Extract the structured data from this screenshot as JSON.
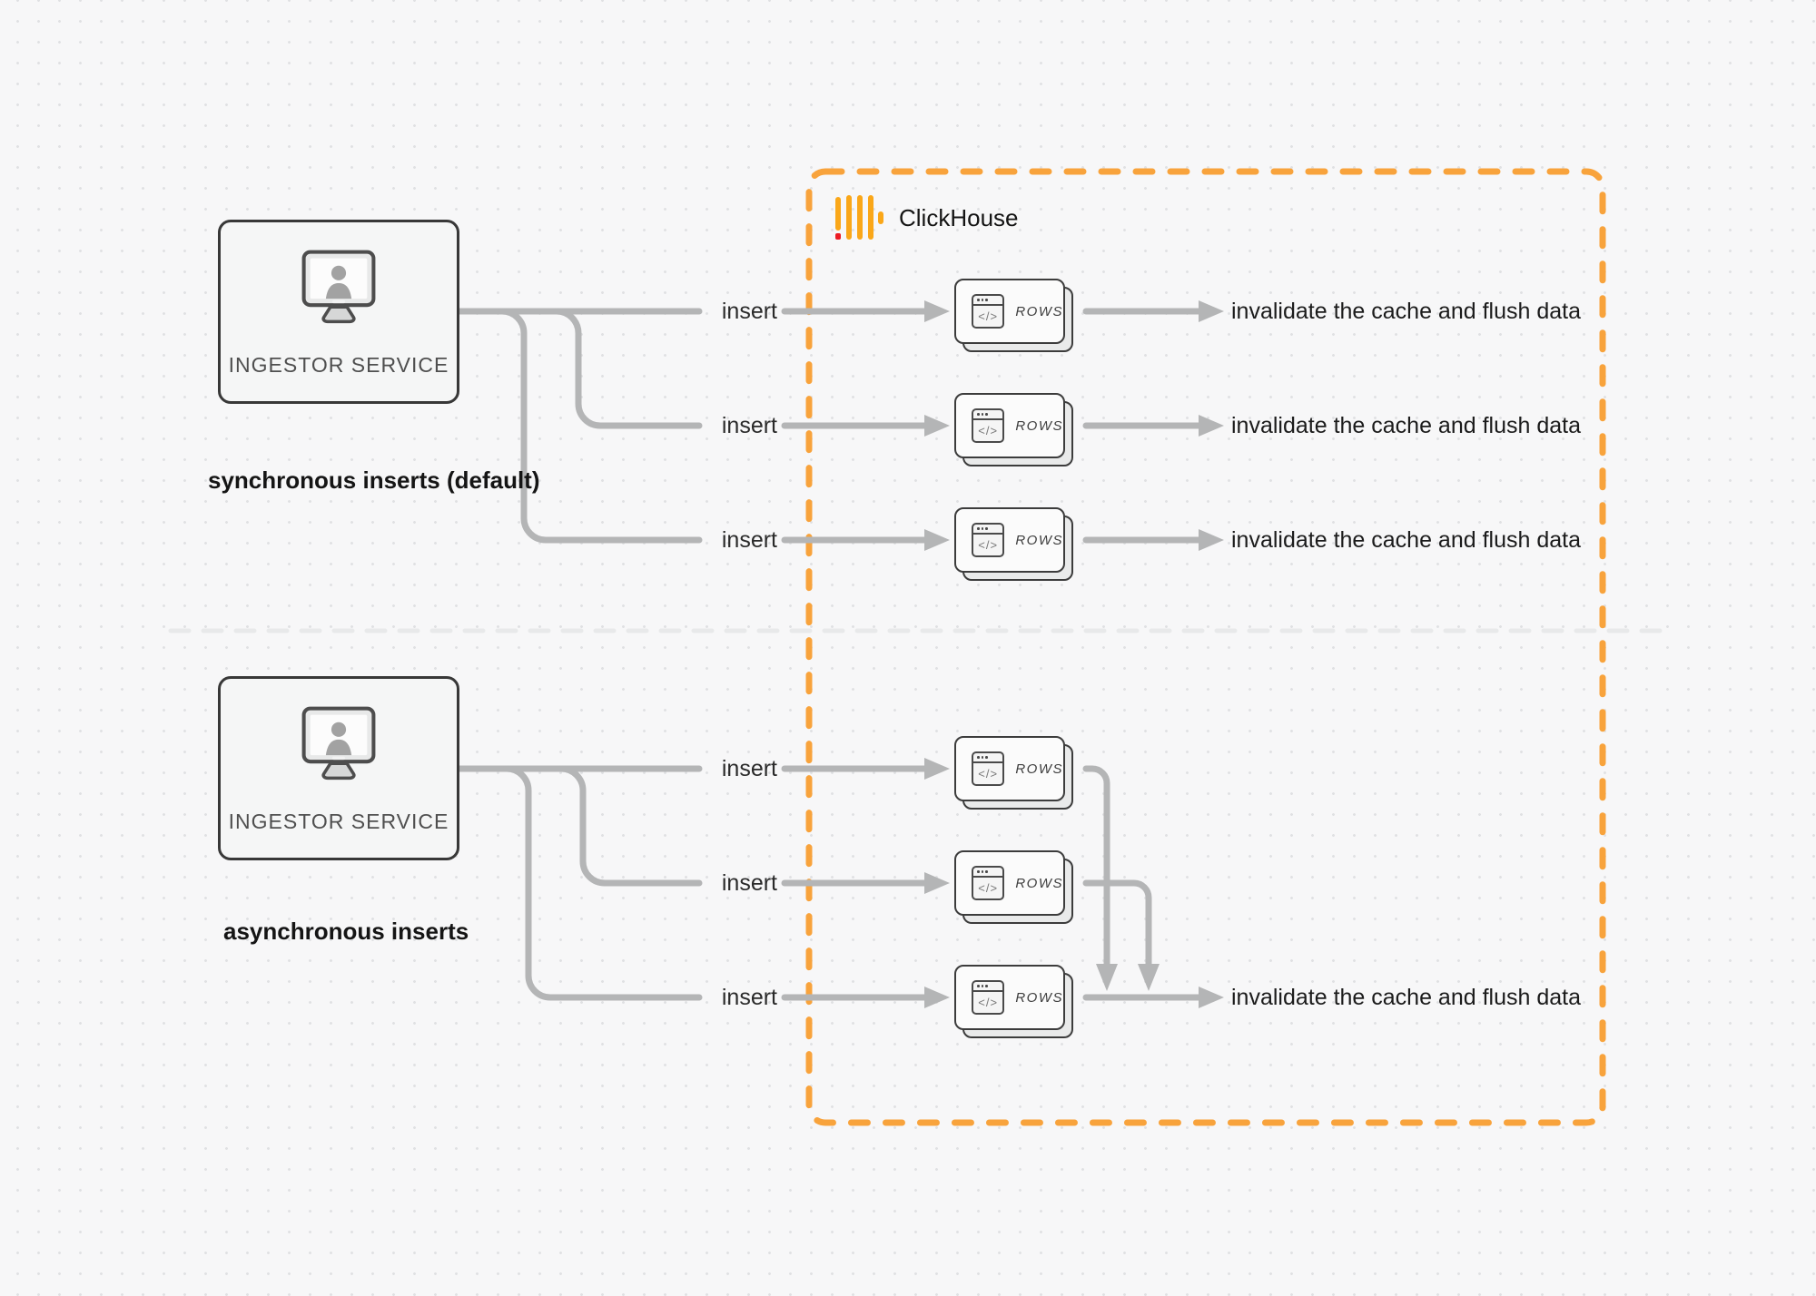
{
  "diagram": {
    "clickhouse": {
      "title": "ClickHouse"
    },
    "card_label": "ROWS",
    "card_glyph": "</>",
    "sync": {
      "service": "INGESTOR SERVICE",
      "caption": "synchronous inserts (default)",
      "inserts": [
        "insert",
        "insert",
        "insert"
      ],
      "results": [
        "invalidate the cache and flush data",
        "invalidate the cache and flush data",
        "invalidate the cache and flush data"
      ]
    },
    "async": {
      "service": "INGESTOR SERVICE",
      "caption": "asynchronous inserts",
      "inserts": [
        "insert",
        "insert",
        "insert"
      ],
      "result": "invalidate the cache and flush data"
    },
    "colors": {
      "accent_orange": "#f8a33c",
      "connector_gray": "#b4b5b6",
      "divider_gray": "#e8e9ea",
      "logo_yellow": "#faa719",
      "logo_red": "#ec1c24"
    }
  }
}
